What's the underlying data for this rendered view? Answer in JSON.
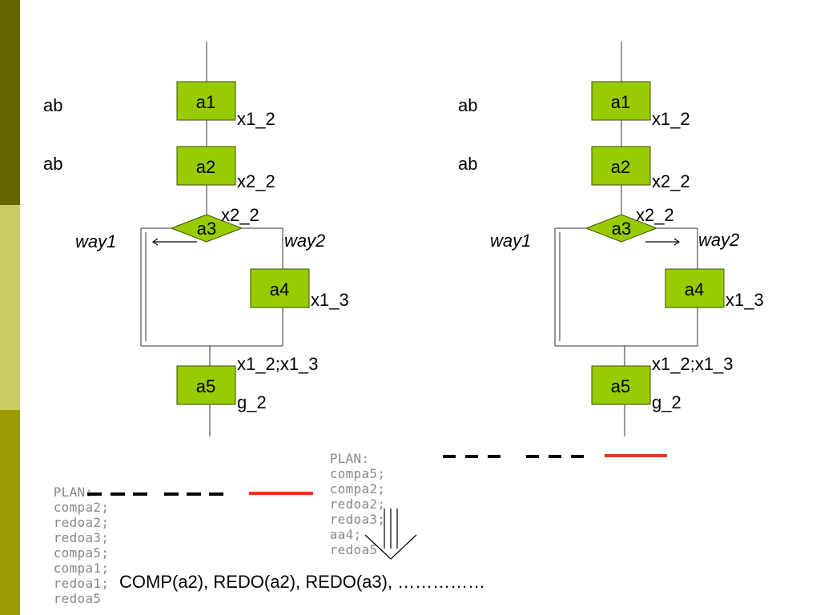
{
  "diagrams": [
    {
      "nodes": {
        "a1": "a1",
        "a2": "a2",
        "a3": "a3",
        "a4": "a4",
        "a5": "a5"
      },
      "left_labels": [
        "ab",
        "ab"
      ],
      "vars": {
        "a1": "x1_2",
        "a2": "x2_2",
        "a3": "x2_2",
        "a4": "x1_3",
        "a5_top": "x1_2;x1_3",
        "a5_bottom": "g_2"
      },
      "way1": "way1",
      "way2": "way2",
      "arrow_direction": "left"
    },
    {
      "nodes": {
        "a1": "a1",
        "a2": "a2",
        "a3": "a3",
        "a4": "a4",
        "a5": "a5"
      },
      "left_labels": [
        "ab",
        "ab"
      ],
      "vars": {
        "a1": "x1_2",
        "a2": "x2_2",
        "a3": "x2_2",
        "a4": "x1_3",
        "a5_top": "x1_2;x1_3",
        "a5_bottom": "g_2"
      },
      "way1": "way1",
      "way2": "way2",
      "arrow_direction": "right"
    }
  ],
  "plans": {
    "right_plan": {
      "prefix": "PLAN:",
      "tokens": [
        "compa5;",
        "compa2;",
        "redoa2;",
        "redoa3;",
        "aa4;",
        "redoa5"
      ]
    },
    "left_plan": {
      "prefix": "PLAN:",
      "tokens": [
        "compa2;",
        "redoa2;",
        "redoa3;",
        "compa5;",
        "compa1;",
        "redoa1;",
        "redoa5"
      ]
    }
  },
  "result": "COMP(a2), REDO(a2), REDO(a3), ……………",
  "colors": {
    "node_fill": "#99cc00",
    "highlight_red": "#e03c1a",
    "band_dark": "#666600",
    "band_light": "#cccc66",
    "band_mid": "#999900"
  }
}
